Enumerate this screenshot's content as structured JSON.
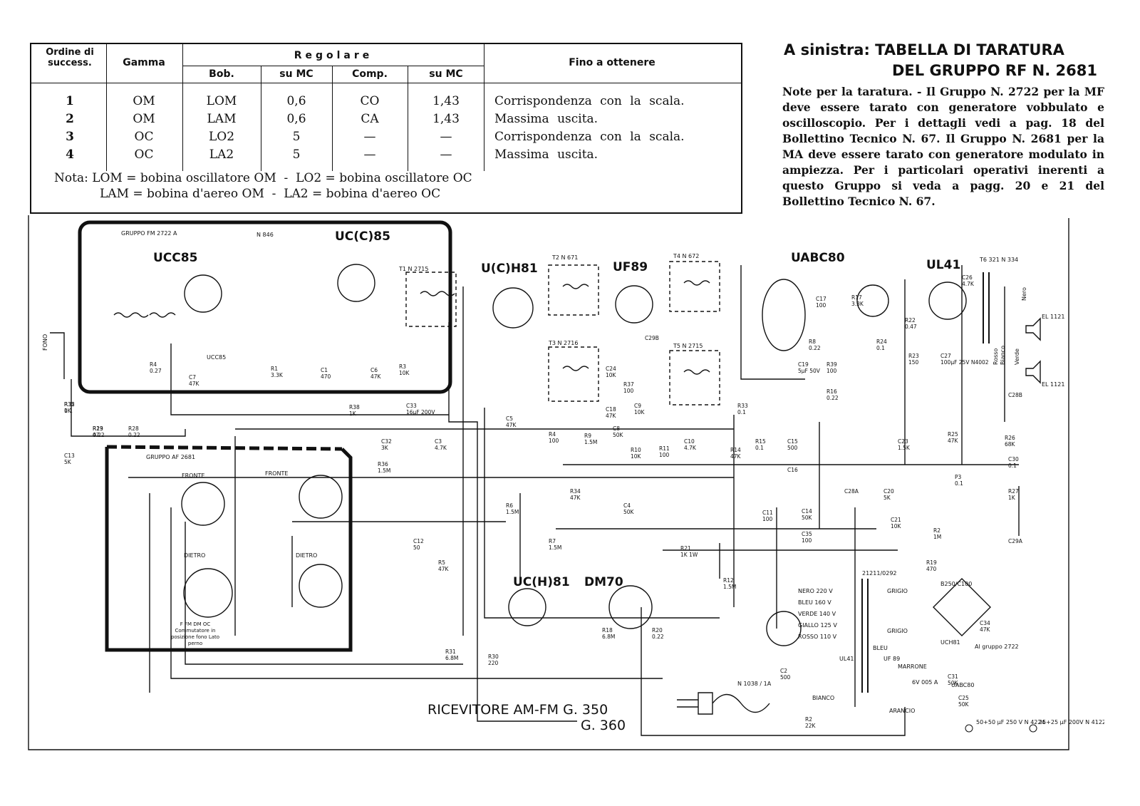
{
  "table": {
    "headers": {
      "order": "Ordine di success.",
      "gamma": "Gamma",
      "regolare": "Regolare",
      "bob": "Bob.",
      "su_mc_1": "su MC",
      "comp": "Comp.",
      "su_mc_2": "su MC",
      "fino": "Fino a ottenere"
    },
    "rows": [
      {
        "n": "1",
        "gamma": "OM",
        "bob": "LOM",
        "mc1": "0,6",
        "comp": "CO",
        "mc2": "1,43",
        "fino": "Corrispondenza con la scala."
      },
      {
        "n": "2",
        "gamma": "OM",
        "bob": "LAM",
        "mc1": "0,6",
        "comp": "CA",
        "mc2": "1,43",
        "fino": "Massima uscita."
      },
      {
        "n": "3",
        "gamma": "OC",
        "bob": "LO2",
        "mc1": "5",
        "comp": "—",
        "mc2": "—",
        "fino": "Corrispondenza con la scala."
      },
      {
        "n": "4",
        "gamma": "OC",
        "bob": "LA2",
        "mc1": "5",
        "comp": "—",
        "mc2": "—",
        "fino": "Massima uscita."
      }
    ],
    "nota_line1": "Nota: LOM = bobina oscillatore OM  -  LO2 = bobina oscillatore OC",
    "nota_line2": "LAM = bobina d'aereo OM  -  LA2 = bobina d'aereo OC"
  },
  "caption": {
    "line1": "A sinistra: TABELLA DI TARATURA",
    "line2": "DEL GRUPPO RF N. 2681"
  },
  "notes": "Note per la taratura. - Il Gruppo N. 2722 per la MF deve essere tarato con generatore vobbulato e oscilloscopio. Per i dettagli vedi a pag. 18 del Bollettino Tecnico N. 67. Il Gruppo N. 2681 per la MA deve essere tarato con generatore modulato in ampiezza. Per i particolari operativi inerenti a questo Gruppo si veda a pagg. 20 e 21 del Bollettino Tecnico N. 67.",
  "schematic": {
    "title_line1": "RICEVITORE AM-FM G. 350",
    "title_line2": "G. 360",
    "tubes": [
      "UCC85",
      "UC(C)85",
      "U(C)H81",
      "UF89",
      "UABC80",
      "UL41",
      "UC(H)81",
      "DM70"
    ],
    "group_labels": [
      "GRUPPO FM 2722 A",
      "GRUPPO AF 2681"
    ],
    "switch_labels": [
      "FRONTE",
      "FRONTE",
      "DIETRO",
      "DIETRO"
    ],
    "commutator_note": "F FM  DM OC Commutatore in posizione fono Lato perno",
    "transformer_labels": [
      "T1 N 2715",
      "T2 N 671",
      "T3 N 2716",
      "T4 N 672",
      "T5 N 2715",
      "T6 321 N 334"
    ],
    "power_labels": [
      "NERO 220 V",
      "BLEU 160 V",
      "VERDE 140 V",
      "GIALLO 125 V",
      "ROSSO 110 V",
      "GRIGIO",
      "GRIGIO",
      "BLEU",
      "MARRONE",
      "BIANCO",
      "ARANCIO",
      "B250/C100",
      "N 1038 / 1A",
      "21211/0292"
    ],
    "speaker_labels": [
      "EL 1121",
      "EL 1121"
    ],
    "misc_labels": [
      "UCC85",
      "UF 89",
      "UL41",
      "UCH81",
      "UABC80",
      "Al gruppo 2722",
      "6V 005 A",
      "N 846",
      "Rosso",
      "Bianco",
      "Verde",
      "Nero",
      "FONO"
    ],
    "components": [
      {
        "id": "R32",
        "value": "1K"
      },
      {
        "id": "R29",
        "value": "0.22"
      },
      {
        "id": "R28",
        "value": "0.22"
      },
      {
        "id": "C13",
        "value": "5K"
      },
      {
        "id": "R4",
        "value": "0.27"
      },
      {
        "id": "C7",
        "value": "47K"
      },
      {
        "id": "R1",
        "value": "3.3K"
      },
      {
        "id": "C1",
        "value": "470"
      },
      {
        "id": "C6",
        "value": "47K"
      },
      {
        "id": "R3",
        "value": "10K"
      },
      {
        "id": "C33",
        "value": "16µF 200V"
      },
      {
        "id": "R38",
        "value": "1K"
      },
      {
        "id": "C32",
        "value": "3K"
      },
      {
        "id": "R36",
        "value": "1.5M"
      },
      {
        "id": "C3",
        "value": "4.7K"
      },
      {
        "id": "C5",
        "value": "47K"
      },
      {
        "id": "R4b",
        "value": "100"
      },
      {
        "id": "R9",
        "value": "1.5M"
      },
      {
        "id": "C8",
        "value": "50K"
      },
      {
        "id": "R10",
        "value": "10K"
      },
      {
        "id": "R11",
        "value": "100"
      },
      {
        "id": "C10",
        "value": "4.7K"
      },
      {
        "id": "R14",
        "value": "47K"
      },
      {
        "id": "R15",
        "value": "0.1"
      },
      {
        "id": "C15",
        "value": "500"
      },
      {
        "id": "C16",
        "value": ""
      },
      {
        "id": "R34",
        "value": "47K"
      },
      {
        "id": "R6",
        "value": "1.5M"
      },
      {
        "id": "R7",
        "value": "1.5M"
      },
      {
        "id": "C4",
        "value": "50K"
      },
      {
        "id": "C11",
        "value": "100"
      },
      {
        "id": "C14",
        "value": "50K"
      },
      {
        "id": "C35",
        "value": "100"
      },
      {
        "id": "R21",
        "value": "1K 1W"
      },
      {
        "id": "R12",
        "value": "1.5M"
      },
      {
        "id": "C28A",
        "value": ""
      },
      {
        "id": "C20",
        "value": "5K"
      },
      {
        "id": "C21",
        "value": "10K"
      },
      {
        "id": "R2",
        "value": "1M"
      },
      {
        "id": "R19",
        "value": "470"
      },
      {
        "id": "C29A",
        "value": ""
      },
      {
        "id": "R27",
        "value": "1K"
      },
      {
        "id": "C30",
        "value": "0.1"
      },
      {
        "id": "P3",
        "value": "0.1"
      },
      {
        "id": "C28B",
        "value": ""
      },
      {
        "id": "R26",
        "value": "68K"
      },
      {
        "id": "R25",
        "value": "47K"
      },
      {
        "id": "C27",
        "value": "100µF 25V N4002"
      },
      {
        "id": "R23",
        "value": "150"
      },
      {
        "id": "R22",
        "value": "0.47"
      },
      {
        "id": "R24",
        "value": "0.1"
      },
      {
        "id": "C23",
        "value": "1.5K"
      },
      {
        "id": "R18",
        "value": "6.8M"
      },
      {
        "id": "R20",
        "value": "0.22"
      },
      {
        "id": "R31",
        "value": "6.8M"
      },
      {
        "id": "R30",
        "value": "220"
      },
      {
        "id": "C12",
        "value": "50"
      },
      {
        "id": "R5",
        "value": "47K"
      },
      {
        "id": "C2",
        "value": "500"
      },
      {
        "id": "R2b",
        "value": "22K"
      },
      {
        "id": "C25",
        "value": "50K"
      },
      {
        "id": "C31",
        "value": "50K"
      },
      {
        "id": "C34",
        "value": "47K"
      },
      {
        "id": "C26",
        "value": "4.7K"
      },
      {
        "id": "C29B",
        "value": ""
      },
      {
        "id": "C24",
        "value": "10K"
      },
      {
        "id": "R37",
        "value": "100"
      },
      {
        "id": "C18",
        "value": "47K"
      },
      {
        "id": "C9",
        "value": "10K"
      },
      {
        "id": "R8",
        "value": "0.22"
      },
      {
        "id": "C17",
        "value": "100"
      },
      {
        "id": "R17",
        "value": "3.3K"
      },
      {
        "id": "C19",
        "value": "5µF 50V"
      },
      {
        "id": "R39",
        "value": "100"
      },
      {
        "id": "R16",
        "value": "0.22"
      },
      {
        "id": "R33",
        "value": "0.1"
      },
      {
        "id": "R35",
        "value": "0.1"
      },
      {
        "id": "R13",
        "value": "47"
      }
    ],
    "legend": [
      {
        "text": "50+50 µF 250 V N 4224"
      },
      {
        "text": "25+25 µF 200V N 4122"
      }
    ]
  }
}
